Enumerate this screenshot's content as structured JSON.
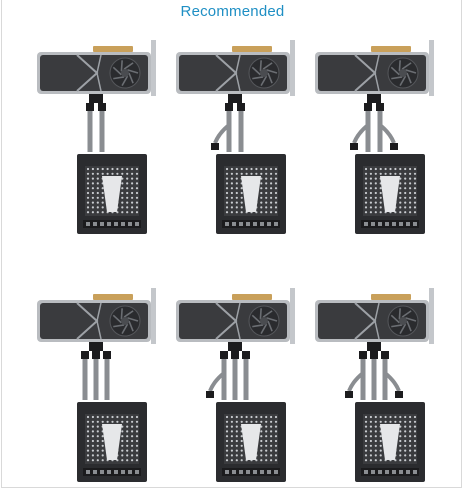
{
  "title": "Recommended",
  "colors": {
    "accent": "#1f8fc4",
    "gpu_shroud": "#3a3b3e",
    "gpu_frame": "#b9bcc0",
    "gold_fingers": "#c9a05a",
    "cable": "#8a8d91",
    "psu_body": "#2b2c2f",
    "psu_grille": "#c9ccd0"
  },
  "configurations": [
    {
      "cables": 2,
      "split_left": false,
      "split_right": false
    },
    {
      "cables": 2,
      "split_left": true,
      "split_right": false
    },
    {
      "cables": 2,
      "split_left": true,
      "split_right": true
    },
    {
      "cables": 3,
      "split_left": false,
      "split_right": false
    },
    {
      "cables": 3,
      "split_left": true,
      "split_right": false
    },
    {
      "cables": 3,
      "split_left": true,
      "split_right": true
    }
  ]
}
